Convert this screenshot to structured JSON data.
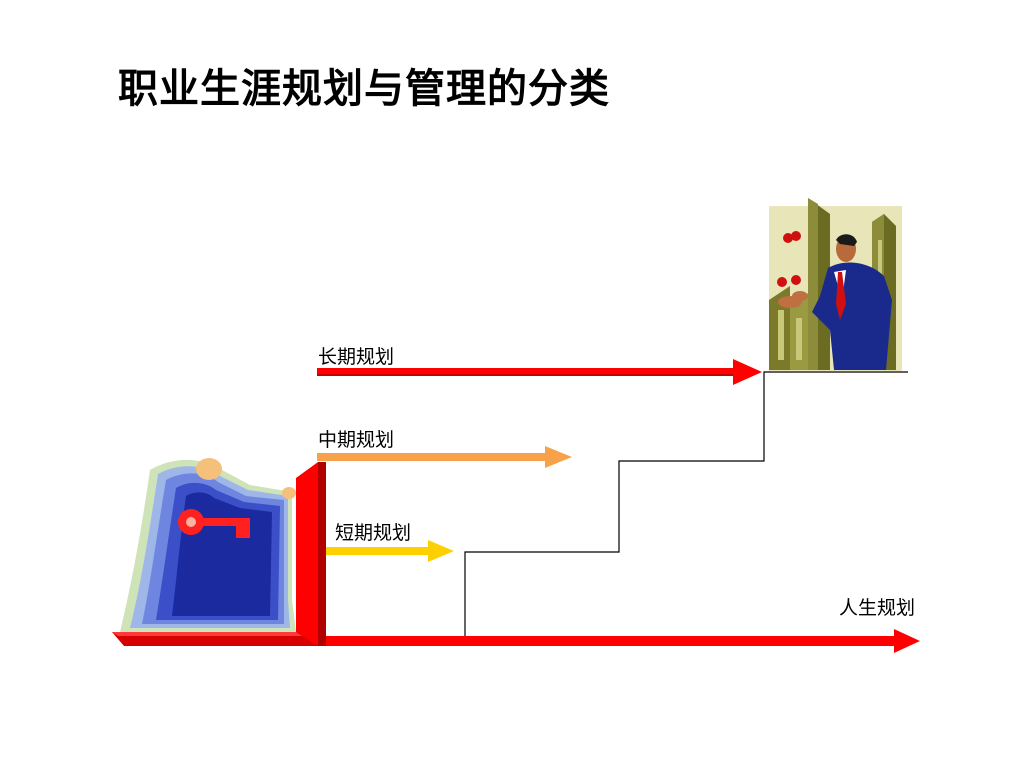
{
  "title": "职业生涯规划与管理的分类",
  "labels": {
    "long_term": "长期规划",
    "mid_term": "中期规划",
    "short_term": "短期规划",
    "life": "人生规划"
  },
  "colors": {
    "long_term": "#ff0000",
    "mid_term": "#f7a24a",
    "short_term": "#ffd000",
    "life": "#ff0000",
    "stairs": "#000000"
  },
  "icons": {
    "left_figure": "person-pushing-door-with-key-icon",
    "right_figure": "businessman-juggling-icon"
  }
}
